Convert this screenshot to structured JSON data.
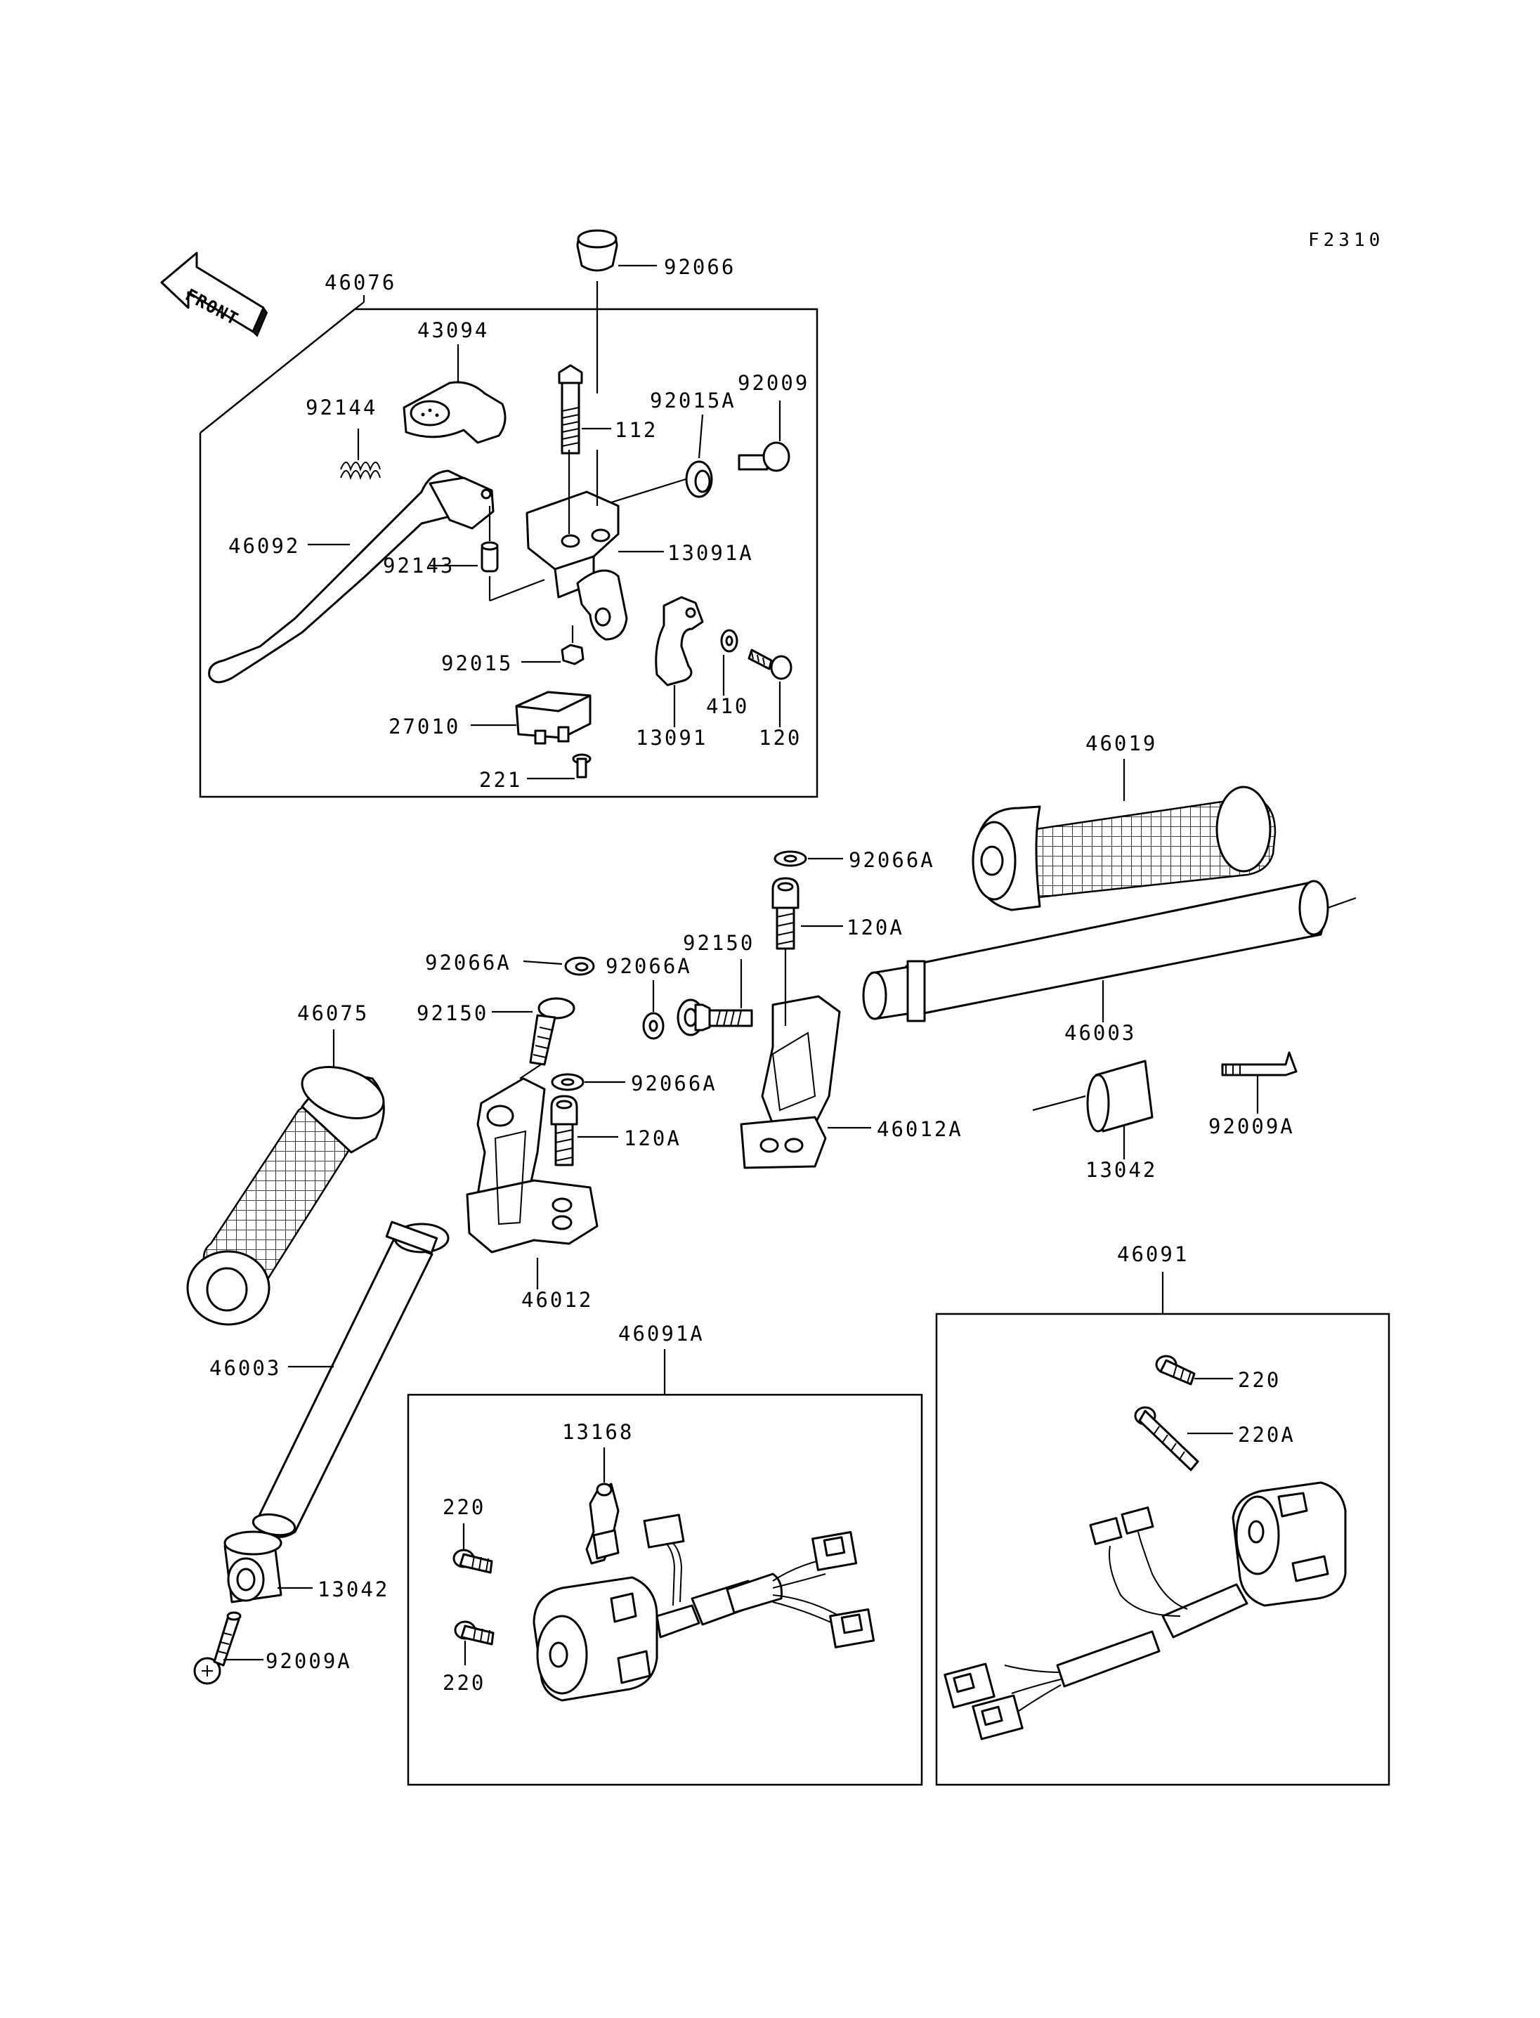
{
  "diagram_code": "F2310",
  "front_label": "FRONT",
  "labels": {
    "p92066": "92066",
    "p46076": "46076",
    "p43094": "43094",
    "p92144": "92144",
    "p112": "112",
    "p92015A": "92015A",
    "p92009": "92009",
    "p46092": "46092",
    "p92143": "92143",
    "p13091A": "13091A",
    "p92015": "92015",
    "p13091": "13091",
    "p410": "410",
    "p120": "120",
    "p27010": "27010",
    "p221": "221",
    "p46019": "46019",
    "p92066A_top": "92066A",
    "p120A_top": "120A",
    "p92150_mid": "92150",
    "p92066A_left": "92066A",
    "p92066A_mid": "92066A",
    "p92150_left": "92150",
    "p46003_right": "46003",
    "p46075": "46075",
    "p92066A_low": "92066A",
    "p120A_low": "120A",
    "p46012A": "46012A",
    "p13042_right": "13042",
    "p92009A_right": "92009A",
    "p46012": "46012",
    "p46091": "46091",
    "p46091A": "46091A",
    "p46003_left": "46003",
    "p13168": "13168",
    "p220_r1": "220",
    "p220A": "220A",
    "p220_l1": "220",
    "p13042_left": "13042",
    "p92009A_left": "92009A",
    "p220_l2": "220"
  }
}
